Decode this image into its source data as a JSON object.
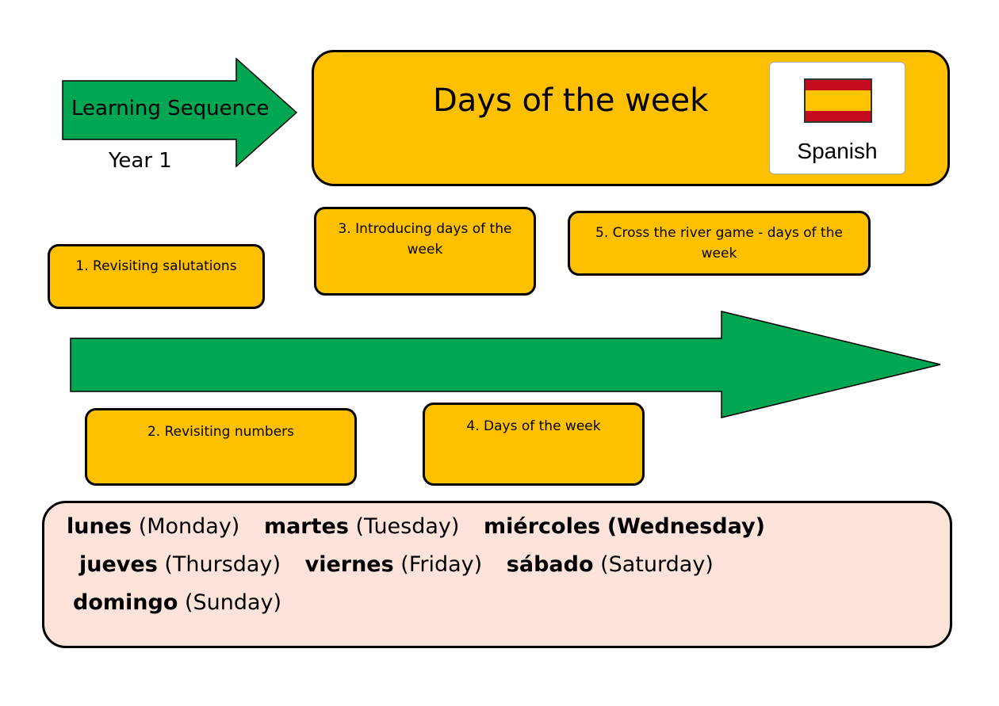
{
  "header": {
    "arrow_label": "Learning Sequence",
    "year": "Year 1"
  },
  "title": {
    "text": "Days of the week",
    "language": "Spanish"
  },
  "flag": {
    "colors": [
      "#C60B1E",
      "#FFC400",
      "#C60B1E"
    ]
  },
  "steps": [
    {
      "label": "1. Revisiting salutations"
    },
    {
      "label": "2. Revisiting numbers"
    },
    {
      "label": "3. Introducing days of the week"
    },
    {
      "label": "4. Days of the week"
    },
    {
      "label": "5. Cross the river game - days of the week"
    }
  ],
  "vocabulary": [
    {
      "es": "lunes",
      "en": "(Monday)"
    },
    {
      "es": "martes",
      "en": "(Tuesday)"
    },
    {
      "es": "miércoles",
      "en": "(Wednesday)"
    },
    {
      "es": "jueves",
      "en": "(Thursday)"
    },
    {
      "es": "viernes",
      "en": "(Friday)"
    },
    {
      "es": "sábado",
      "en": "(Saturday)"
    },
    {
      "es": "domingo",
      "en": "(Sunday)"
    }
  ],
  "colors": {
    "arrow_green": "#00A651",
    "box_yellow": "#FFC000",
    "vocab_bg": "#FDE3DA"
  }
}
